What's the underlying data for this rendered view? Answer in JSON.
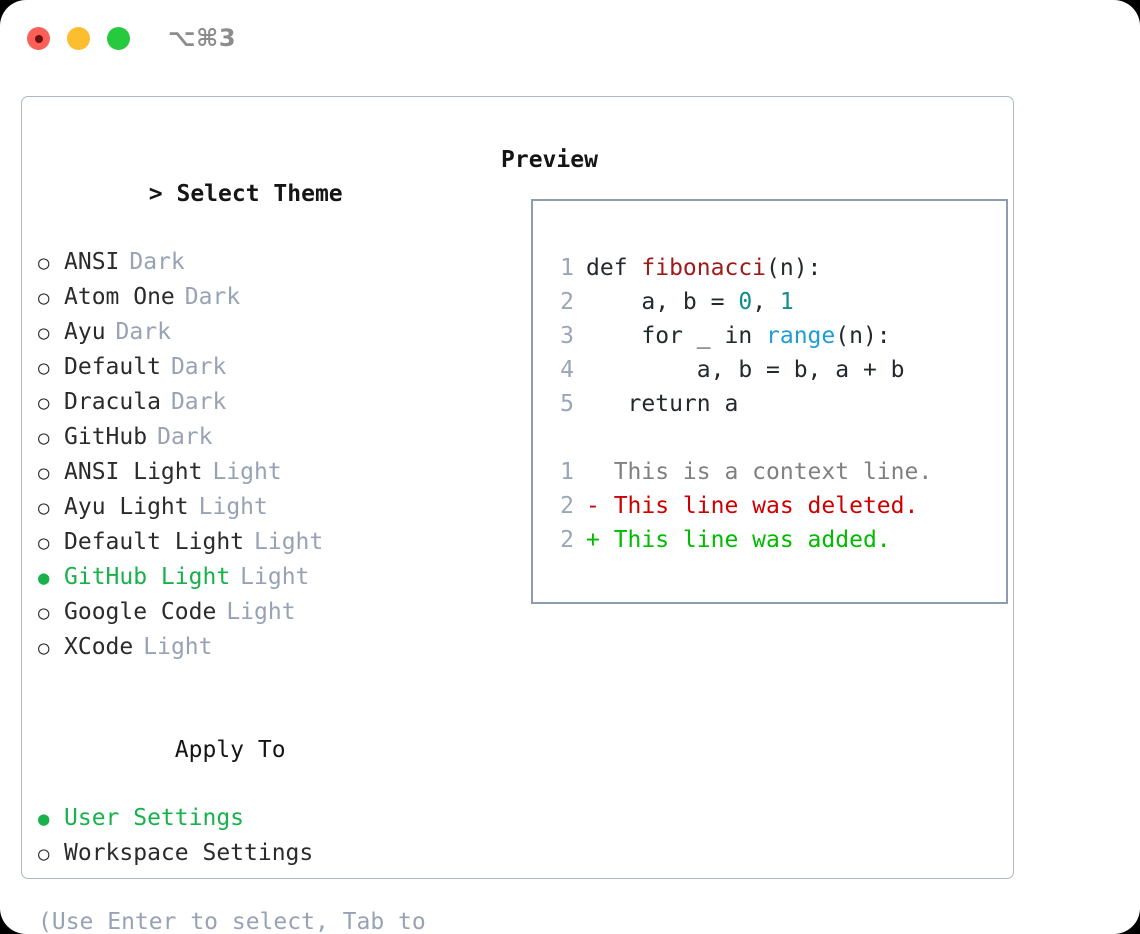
{
  "titlebar": {
    "title": "⌥⌘3",
    "buttons": [
      "close",
      "minimize",
      "maximize"
    ]
  },
  "theme_section": {
    "prefix": "> ",
    "heading": "Select Theme",
    "focused": true,
    "selected_marker": "●",
    "unselected_marker": "○",
    "items": [
      {
        "label": "ANSI",
        "tag": "Dark",
        "selected": false
      },
      {
        "label": "Atom One",
        "tag": "Dark",
        "selected": false
      },
      {
        "label": "Ayu",
        "tag": "Dark",
        "selected": false
      },
      {
        "label": "Default",
        "tag": "Dark",
        "selected": false
      },
      {
        "label": "Dracula",
        "tag": "Dark",
        "selected": false
      },
      {
        "label": "GitHub",
        "tag": "Dark",
        "selected": false
      },
      {
        "label": "ANSI Light",
        "tag": "Light",
        "selected": false
      },
      {
        "label": "Ayu Light",
        "tag": "Light",
        "selected": false
      },
      {
        "label": "Default Light",
        "tag": "Light",
        "selected": false
      },
      {
        "label": "GitHub Light",
        "tag": "Light",
        "selected": true
      },
      {
        "label": "Google Code",
        "tag": "Light",
        "selected": false
      },
      {
        "label": "XCode",
        "tag": "Light",
        "selected": false
      }
    ]
  },
  "apply_section": {
    "heading": "Apply To",
    "focused": false,
    "items": [
      {
        "label": "User Settings",
        "selected": true
      },
      {
        "label": "Workspace Settings",
        "selected": false
      }
    ]
  },
  "hint": "(Use Enter to select, Tab to change focus)",
  "preview": {
    "heading": "Preview",
    "code_lines": [
      {
        "num": "1",
        "tokens": [
          {
            "text": "def ",
            "type": "plain"
          },
          {
            "text": "fibonacci",
            "type": "fn"
          },
          {
            "text": "(n):",
            "type": "plain"
          }
        ]
      },
      {
        "num": "2",
        "tokens": [
          {
            "text": "    a, b = ",
            "type": "plain"
          },
          {
            "text": "0",
            "type": "num"
          },
          {
            "text": ", ",
            "type": "plain"
          },
          {
            "text": "1",
            "type": "num"
          }
        ]
      },
      {
        "num": "3",
        "tokens": [
          {
            "text": "    for _ in ",
            "type": "plain"
          },
          {
            "text": "range",
            "type": "builtin"
          },
          {
            "text": "(n):",
            "type": "plain"
          }
        ]
      },
      {
        "num": "4",
        "tokens": [
          {
            "text": "        a, b = b, a + b",
            "type": "plain"
          }
        ]
      },
      {
        "num": "5",
        "tokens": [
          {
            "text": "   return a",
            "type": "plain"
          }
        ]
      }
    ],
    "diff_lines": [
      {
        "num": "1",
        "sign": "  ",
        "text": "This is a context line.",
        "type": "ctx"
      },
      {
        "num": "2",
        "sign": "- ",
        "text": "This line was deleted.",
        "type": "del"
      },
      {
        "num": "2",
        "sign": "+ ",
        "text": "This line was added.",
        "type": "add"
      }
    ]
  },
  "colors": {
    "accent_green": "#18b14b",
    "muted": "#97a3b4",
    "border": "#aeb8c6",
    "preview_border": "#8e9cb0",
    "fn": "#9e1a1a",
    "num": "#0f8c8c",
    "builtin": "#1f9cd6",
    "diff_del": "#cc0000",
    "diff_add": "#00bb00",
    "diff_ctx": "#808080"
  }
}
